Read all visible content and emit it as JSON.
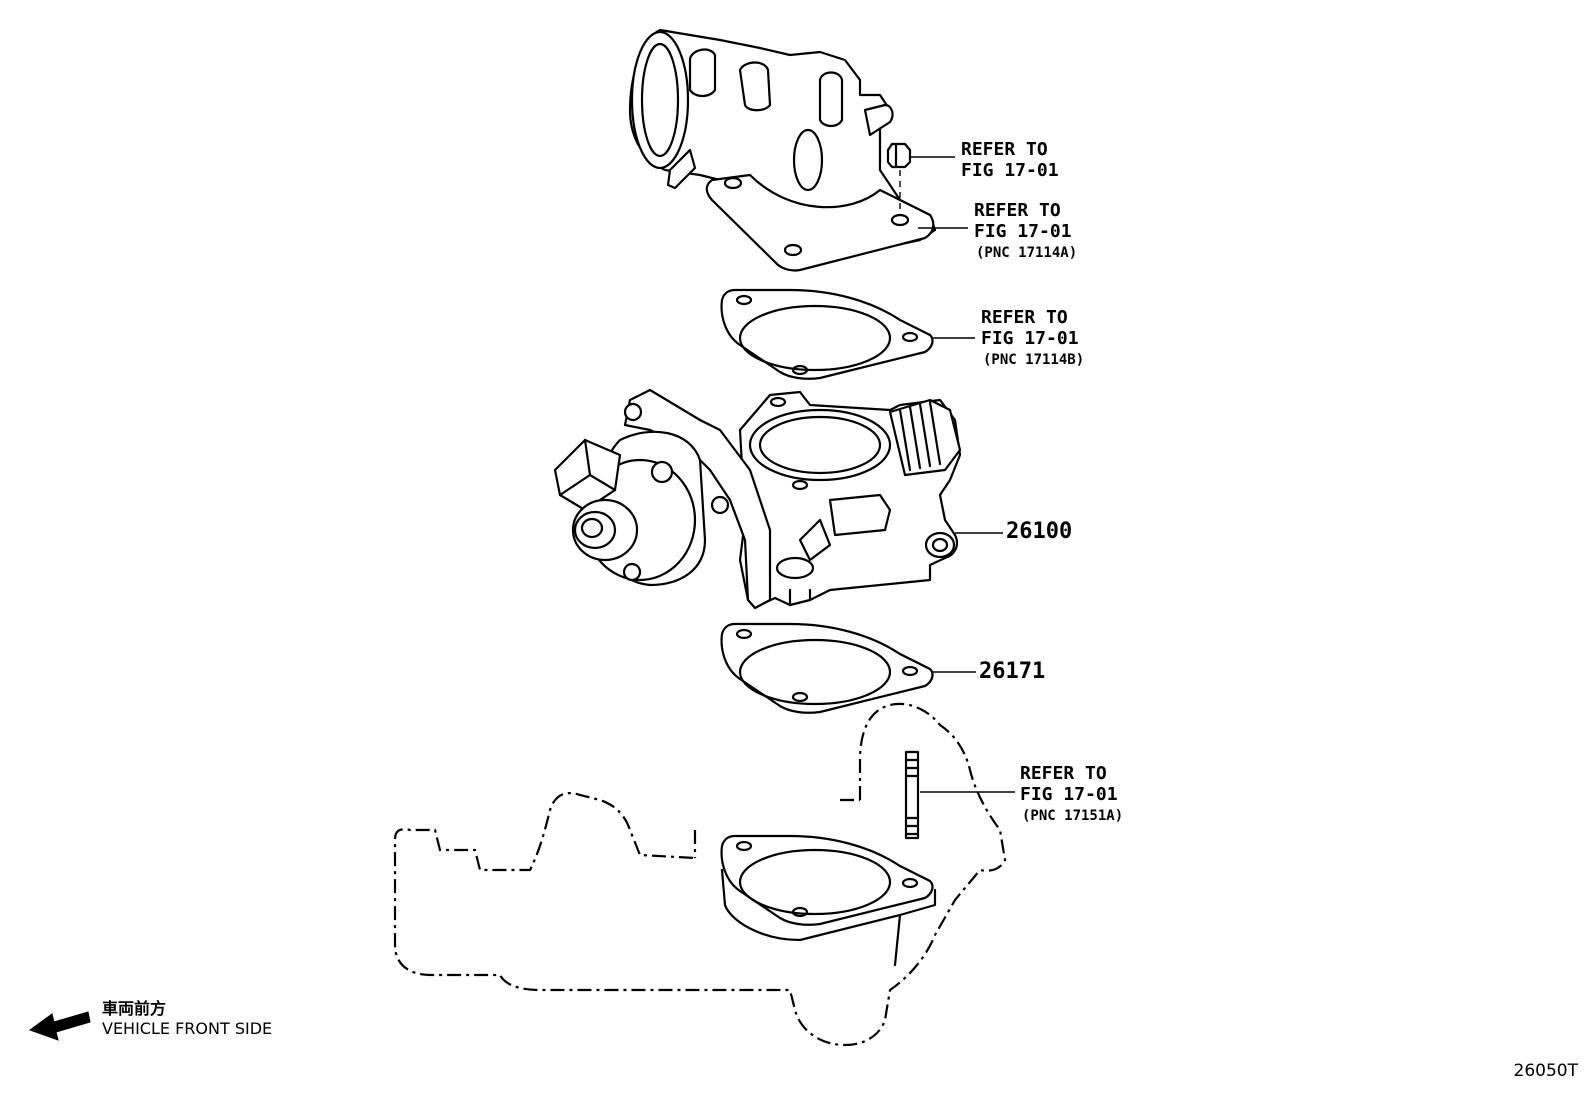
{
  "callouts": [
    {
      "id": "bolt",
      "line1": "REFER TO",
      "line2": "FIG 17-01",
      "line3": ""
    },
    {
      "id": "outlet",
      "line1": "REFER TO",
      "line2": "FIG 17-01",
      "line3": "(PNC 17114A)"
    },
    {
      "id": "gasket-upper",
      "line1": "REFER TO",
      "line2": "FIG 17-01",
      "line3": "(PNC 17114B)"
    },
    {
      "id": "stud",
      "line1": "REFER TO",
      "line2": "FIG 17-01",
      "line3": "(PNC 17151A)"
    }
  ],
  "parts": [
    {
      "number": "26100",
      "name_icon": "throttle-body"
    },
    {
      "number": "26171",
      "name_icon": "gasket"
    }
  ],
  "orientation": {
    "label_jp": "車両前方",
    "label_en": "VEHICLE FRONT SIDE",
    "icon": "arrow-left-icon"
  },
  "figure_id": "26050T"
}
